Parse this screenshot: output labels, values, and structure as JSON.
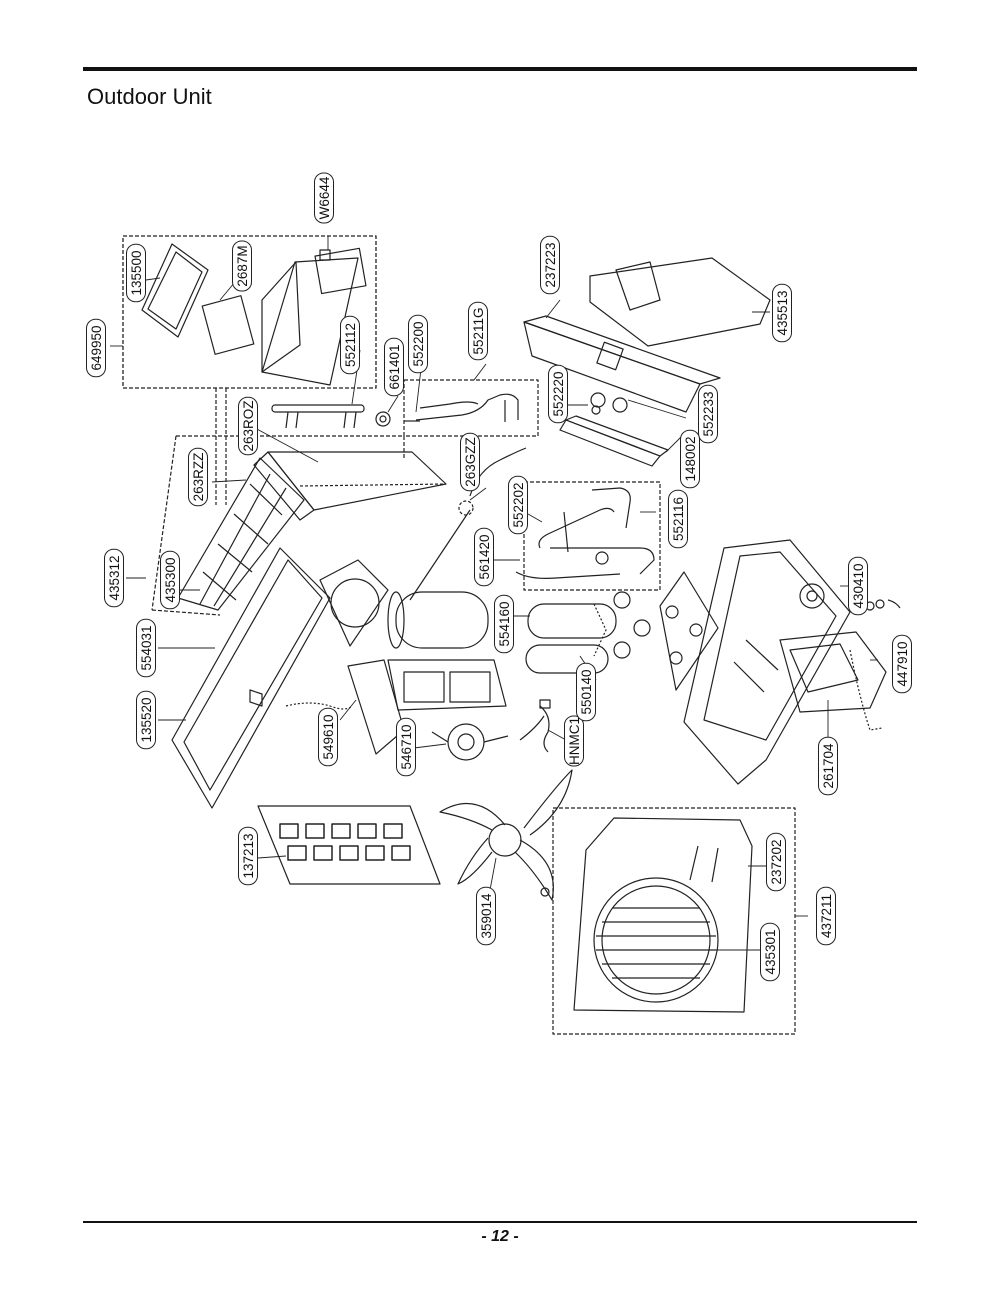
{
  "header": {
    "title": "Outdoor Unit"
  },
  "footer": {
    "page_number": "- 12 -"
  },
  "part_labels": [
    "W6644",
    "135500",
    "2687M",
    "649950",
    "552112",
    "661401",
    "552200",
    "55211G",
    "237223",
    "435513",
    "552220",
    "552233",
    "148002",
    "263ROZ",
    "263RZZ",
    "263GZZ",
    "552202",
    "552116",
    "561420",
    "435312",
    "435300",
    "554031",
    "554160",
    "430410",
    "447910",
    "135520",
    "549610",
    "546710",
    "HNMC1",
    "550140",
    "261704",
    "137213",
    "359014",
    "237202",
    "437211",
    "435301"
  ]
}
